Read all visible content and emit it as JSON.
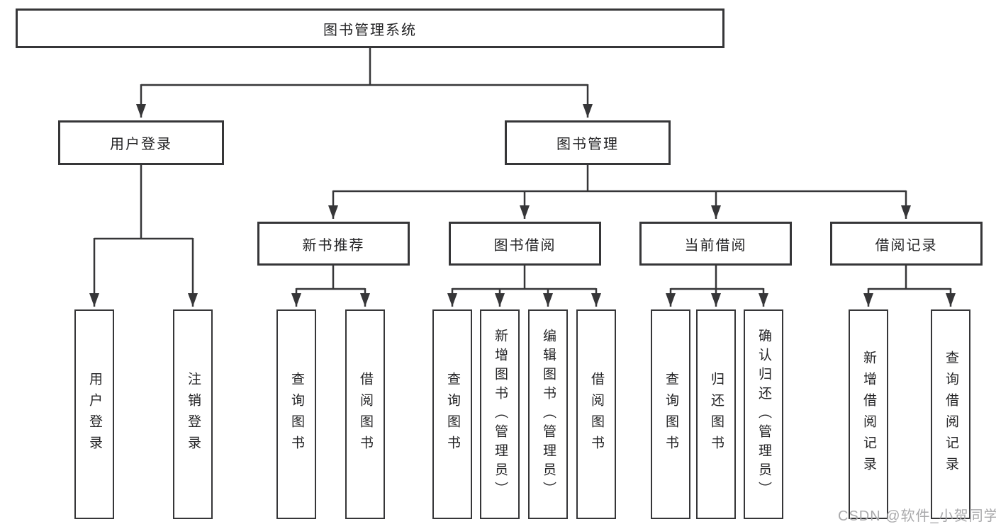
{
  "diagram": {
    "title_node": {
      "label": "图书管理系统"
    },
    "level2": [
      {
        "label": "用户登录"
      },
      {
        "label": "图书管理"
      }
    ],
    "level3": [
      {
        "label": "新书推荐"
      },
      {
        "label": "图书借阅"
      },
      {
        "label": "当前借阅"
      },
      {
        "label": "借阅记录"
      }
    ],
    "leaves": [
      {
        "label": "用户登录"
      },
      {
        "label": "注销登录"
      },
      {
        "label": "查询图书"
      },
      {
        "label": "借阅图书"
      },
      {
        "label": "查询图书"
      },
      {
        "label": "新增图书（管理员）"
      },
      {
        "label": "编辑图书（管理员）"
      },
      {
        "label": "借阅图书"
      },
      {
        "label": "查询图书"
      },
      {
        "label": "归还图书"
      },
      {
        "label": "确认归还（管理员）"
      },
      {
        "label": "新增借阅记录"
      },
      {
        "label": "查询借阅记录"
      }
    ],
    "line_color": "#363638",
    "background_color": "#ffffff"
  },
  "watermark": {
    "text": "CSDN @软件_小贺同学"
  }
}
